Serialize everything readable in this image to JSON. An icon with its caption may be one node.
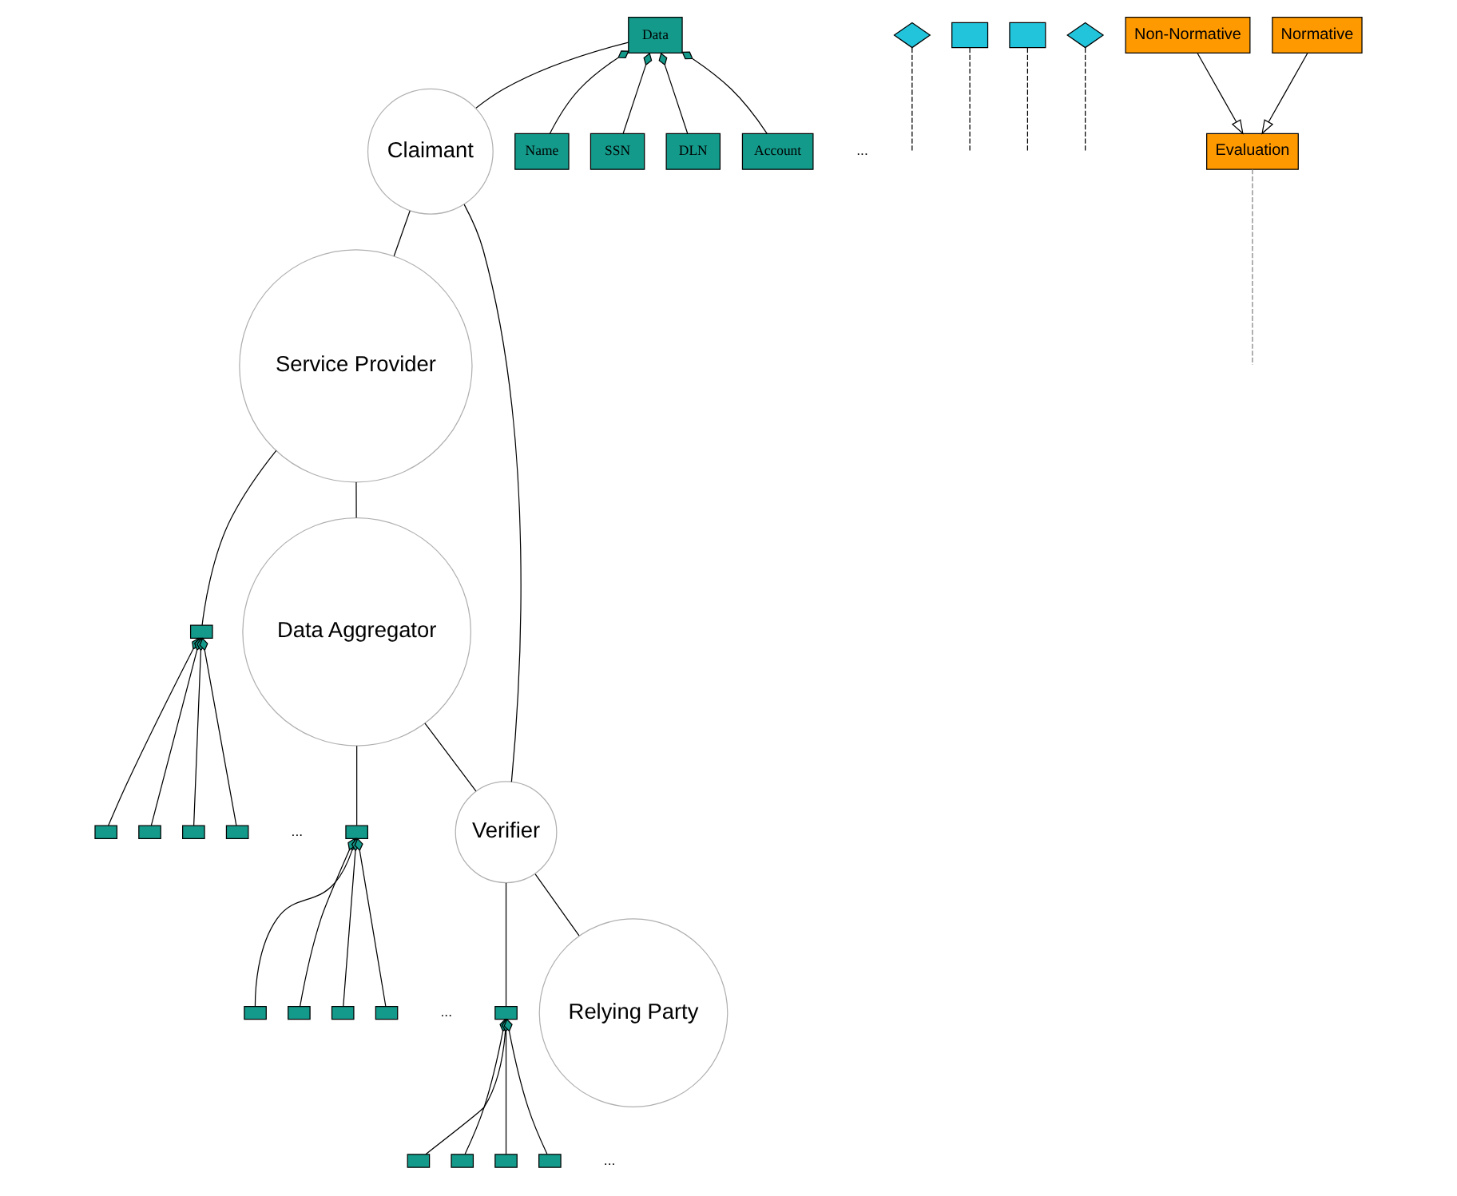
{
  "diagram": {
    "nodes": [
      {
        "text": [
          "Service Provider"
        ]
      },
      {
        "text": [],
        "shape": "box"
      },
      {
        "text": [],
        "shape": "box"
      },
      {
        "text": [],
        "shape": "box"
      },
      {
        "text": [],
        "shape": "box"
      },
      {
        "text": [],
        "shape": "box"
      },
      {
        "text": [],
        "shape": "diamond"
      },
      {
        "text": [],
        "shape": "box"
      },
      {
        "text": [
          "Data"
        ]
      },
      {
        "text": [
          "Claimant"
        ]
      },
      {
        "text": [
          "Data Aggregator"
        ]
      },
      {
        "text": [],
        "shape": "box"
      },
      {
        "text": [],
        "shape": "box"
      },
      {
        "text": [],
        "shape": "box"
      },
      {
        "text": [],
        "shape": "box"
      },
      {
        "text": [],
        "shape": "box"
      },
      {
        "text": [],
        "shape": "box"
      },
      {
        "text": [
          "Name"
        ]
      },
      {
        "text": [
          "SSN"
        ]
      },
      {
        "text": [
          "DLN"
        ]
      },
      {
        "text": [
          "Account"
        ]
      },
      {
        "text": [],
        "shape": "diamond"
      },
      {
        "text": [
          "Verifier"
        ]
      },
      {
        "text": [],
        "shape": "box"
      },
      {
        "text": [],
        "shape": "box"
      },
      {
        "text": [],
        "shape": "box"
      },
      {
        "text": [],
        "shape": "box"
      },
      {
        "text": [],
        "shape": "box"
      },
      {
        "text": [
          "Evaluation"
        ]
      },
      {
        "text": [
          "Relying Party"
        ]
      },
      {
        "text": [
          "Non-Normative"
        ]
      },
      {
        "text": [
          "Normative"
        ]
      }
    ],
    "edges": [
      {
        "from": 0,
        "to": 1,
        "arrow": "none"
      },
      {
        "from": 1,
        "to": 2,
        "arrow": "other"
      },
      {
        "from": 1,
        "to": 3,
        "arrow": "other"
      },
      {
        "from": 1,
        "to": 4,
        "arrow": "other"
      },
      {
        "from": 1,
        "to": 5,
        "arrow": "other"
      },
      {
        "from": 6,
        "to": null,
        "arrow": "none",
        "style": "dashed"
      },
      {
        "from": 9,
        "to": 0,
        "arrow": "none"
      },
      {
        "from": 7,
        "to": null,
        "arrow": "none",
        "style": "dashed"
      },
      {
        "from": 0,
        "to": 10,
        "arrow": "none"
      },
      {
        "from": 8,
        "to": 9,
        "arrow": "none"
      },
      {
        "from": 8,
        "to": 17,
        "arrow": "other"
      },
      {
        "from": 8,
        "to": 19,
        "arrow": "other"
      },
      {
        "from": 8,
        "to": 18,
        "arrow": "other"
      },
      {
        "from": 8,
        "to": 20,
        "arrow": "other"
      },
      {
        "from": 10,
        "to": 11,
        "arrow": "none"
      },
      {
        "from": 11,
        "to": 12,
        "arrow": "other"
      },
      {
        "from": 11,
        "to": 13,
        "arrow": "other"
      },
      {
        "from": 11,
        "to": 14,
        "arrow": "other"
      },
      {
        "from": 11,
        "to": 15,
        "arrow": "other"
      },
      {
        "from": 16,
        "to": null,
        "arrow": "none",
        "style": "dashed"
      },
      {
        "from": 10,
        "to": 22,
        "arrow": "none"
      },
      {
        "from": 9,
        "to": 22,
        "arrow": "none"
      },
      {
        "from": 21,
        "to": null,
        "arrow": "none",
        "style": "dashed"
      },
      {
        "from": 22,
        "to": 23,
        "arrow": "none"
      },
      {
        "from": 23,
        "to": 24,
        "arrow": "other"
      },
      {
        "from": 23,
        "to": 25,
        "arrow": "other"
      },
      {
        "from": 23,
        "to": 26,
        "arrow": "other"
      },
      {
        "from": 23,
        "to": 27,
        "arrow": "other"
      },
      {
        "from": 22,
        "to": 29,
        "arrow": "none"
      },
      {
        "from": 28,
        "to": null,
        "arrow": "none",
        "style": "dashed",
        "color": "#808080"
      },
      {
        "from": 30,
        "to": 28,
        "arrow": "to"
      },
      {
        "from": 31,
        "to": 28,
        "arrow": "to"
      }
    ],
    "labels": [
      "...",
      "...",
      "...",
      "..."
    ]
  }
}
